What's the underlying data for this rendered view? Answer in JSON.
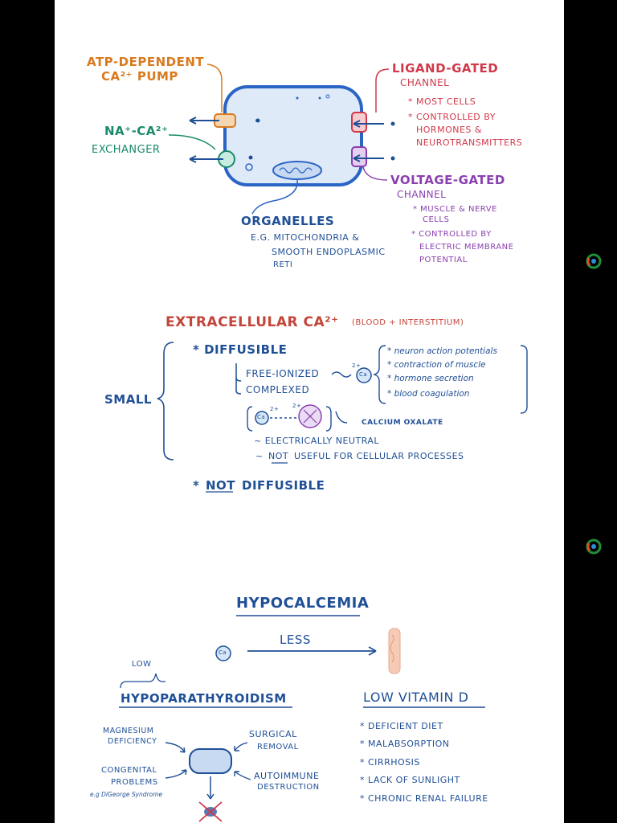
{
  "colors": {
    "membrane": "#2a64c5",
    "cytoplasm": "#dfeaf8",
    "orange": "#d97a1f",
    "red": "#d1394a",
    "teal": "#1b8a6b",
    "purple": "#8a3fb0",
    "blue": "#1f4f96",
    "brick": "#c4453a"
  },
  "cell": {
    "atp_pump": {
      "line1": "ATP-DEPENDENT",
      "line2": "Ca²⁺ PUMP"
    },
    "exchanger": {
      "line1": "Na⁺-Ca²⁺",
      "line2": "EXCHANGER"
    },
    "ligand": {
      "line1": "LIGAND-GATED",
      "line2": "CHANNEL",
      "b1": "* MOST CELLS",
      "b2a": "* CONTROLLED BY",
      "b2b": "HORMONES &",
      "b2c": "NEUROTRANSMITTERS"
    },
    "voltage": {
      "line1": "VOLTAGE-GATED",
      "line2": "CHANNEL",
      "b1a": "* MUSCLE & NERVE",
      "b1b": "CELLS",
      "b2a": "* CONTROLLED BY",
      "b2b": "ELECTRIC MEMBRANE",
      "b2c": "POTENTIAL"
    },
    "organelles": {
      "title": "ORGANELLES",
      "l1": "e.g. MITOCHONDRIA &",
      "l2": "SMOOTH ENDOPLASMIC",
      "l3": "RETI"
    }
  },
  "extracellular": {
    "title": "EXTRACELLULAR Ca²⁺",
    "subtitle": "(BLOOD + INTERSTITIUM)",
    "small": "SMALL",
    "diffusible": "* DIFFUSIBLE",
    "free_ionized": "FREE-IONIZED",
    "complexed": "COMPLEXED",
    "ca_symbol": "Ca",
    "charge": "2+",
    "processes": [
      "* neuron action potentials",
      "* contraction of muscle",
      "* hormone secretion",
      "* blood coagulation"
    ],
    "calcium_oxalate": "CALCIUM OXALATE",
    "electrically_neutral": "~ ELECTRICALLY NEUTRAL",
    "not_useful_not": "NOT",
    "not_useful_rest": "USEFUL for CELLULAR PROCESSES",
    "not_diffusible_star": "*",
    "not_diffusible_not": "NOT",
    "not_diffusible_rest": "DIFFUSIBLE"
  },
  "hypocalcemia": {
    "title": "HYPOCALCEMIA",
    "less": "LESS",
    "low": "LOW",
    "hypopara": "HYPOPARATHYROIDISM",
    "causes": {
      "magnesium": {
        "l1": "MAGNESIUM",
        "l2": "DEFICIENCY"
      },
      "surgical": {
        "l1": "SURGICAL",
        "l2": "REMOVAL"
      },
      "congenital": {
        "l1": "CONGENITAL",
        "l2": "PROBLEMS",
        "l3": "e.g DiGeorge Syndrome"
      },
      "autoimmune": {
        "l1": "AUTOIMMUNE",
        "l2": "DESTRUCTION"
      }
    },
    "vitd_title": "LOW VITAMIN D",
    "vitd_items": [
      "* DEFICIENT DIET",
      "* MALABSORPTION",
      "* CIRRHOSIS",
      "* LACK of SUNLIGHT",
      "* CHRONIC RENAL FAILURE"
    ]
  },
  "side_icons": [
    "app-logo-icon",
    "app-logo-icon"
  ]
}
